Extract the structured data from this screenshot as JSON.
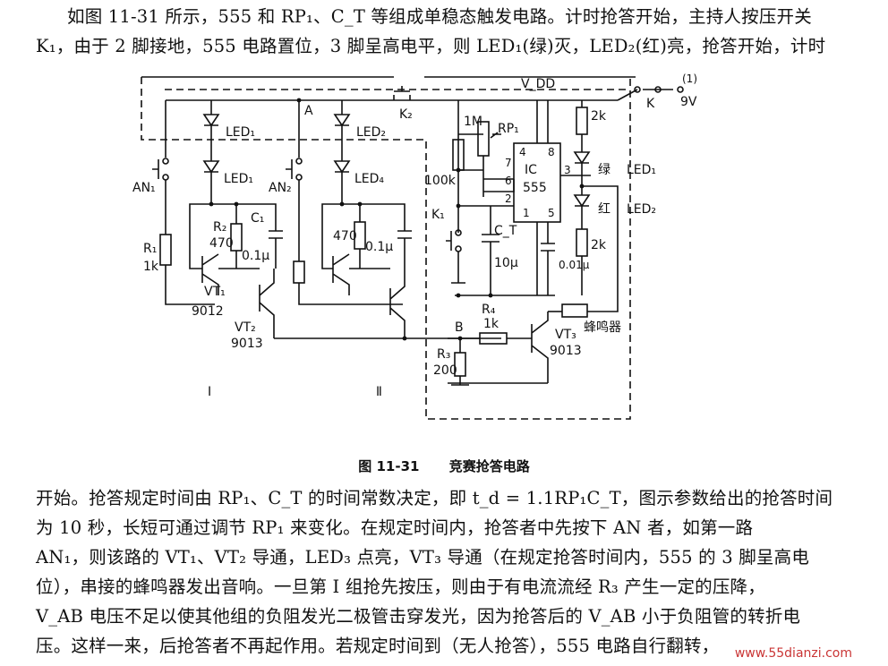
{
  "intro_text": [
    "如图 11-31 所示，555 和 RP₁、C_T 等组成单稳态触发电路。计时抢答开始，主持人按压开关",
    "K₁，由于 2 脚接地，555 电路置位，3 脚呈高电平，则 LED₁(绿)灭，LED₂(红)亮，抢答开始，计时"
  ],
  "figure_caption": {
    "number": "图 11-31",
    "title": "竞赛抢答电路"
  },
  "body_text": [
    "开始。抢答规定时间由 RP₁、C_T 的时间常数决定，即 t_d = 1.1RP₁C_T，图示参数给出的抢答时间",
    "为 10 秒，长短可通过调节 RP₁ 来变化。在规定时间内，抢答者中先按下 AN 者，如第一路",
    "AN₁，则该路的 VT₁、VT₂ 导通，LED₃ 点亮，VT₃ 导通（在规定抢答时间内，555 的 3 脚呈高电",
    "位），串接的蜂鸣器发出音响。一旦第 I 组抢先按压，则由于有电流流经 R₃ 产生一定的压降，",
    "V_AB 电压不足以使其他组的负阻发光二极管击穿发光，因为抢答后的 V_AB 小于负阻管的转折电",
    "压。这样一来，后抢答者不再起作用。若规定时间到（无人抢答），555 电路自行翻转，"
  ],
  "circuit_labels": {
    "vdd": "V_DD",
    "supply": "9V",
    "supply_note": "(1)",
    "switch_k": "K",
    "node_a": "A",
    "node_b": "B",
    "led1_a": "LED₁",
    "led1_b": "LED₁",
    "led2": "LED₂",
    "led4": "LED₄",
    "led1_right": "LED₁",
    "led2_right": "LED₂",
    "green": "绿",
    "red": "红",
    "an1": "AN₁",
    "an2": "AN₂",
    "k1": "K₁",
    "k2": "K₂",
    "r1": "R₁",
    "r1_val": "1k",
    "r2": "R₂",
    "r2_val": "470",
    "r470b": "470",
    "c1": "C₁",
    "c1_val": "0.1μ",
    "c2_val": "0.1μ",
    "vt1": "VT₁",
    "vt1_type": "9012",
    "vt2": "VT₂",
    "vt2_type": "9013",
    "vt3": "VT₃",
    "vt3_type": "9013",
    "r3": "R₃",
    "r3_val": "200",
    "r4": "R₄",
    "r4_val": "1k",
    "rp1": "RP₁",
    "rp1_val": "1M",
    "r100k": "100k",
    "ic": "IC",
    "ic_num": "555",
    "pin4": "4",
    "pin8": "8",
    "pin7": "7",
    "pin6": "6",
    "pin2": "2",
    "pin3": "3",
    "pin1": "1",
    "pin5": "5",
    "ct": "C_T",
    "ct_val": "10μ",
    "c001": "0.01μ",
    "r2k_top": "2k",
    "r2k_bot": "2k",
    "buzzer": "蜂鸣器",
    "group1": "I",
    "group2": "Ⅱ"
  },
  "watermark": "www.55dianzi.com"
}
